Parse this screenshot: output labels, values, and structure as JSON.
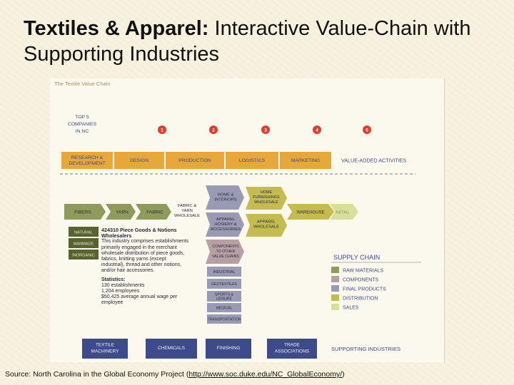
{
  "title": {
    "bold": "Textiles & Apparel:",
    "rest": " Interactive Value-Chain with Supporting Industries"
  },
  "figure": {
    "caption": "The Textile Value Chain",
    "top_companies": [
      "TOP 5",
      "COMPANIES",
      "IN NC"
    ],
    "company_markers": [
      "1",
      "2",
      "3",
      "4",
      "5"
    ],
    "value_added": {
      "stages": [
        [
          "RESEARCH &",
          "DEVELOPMENT"
        ],
        [
          "DESIGN"
        ],
        [
          "PRODUCTION"
        ],
        [
          "LOGISTICS"
        ],
        [
          "MARKETING"
        ]
      ],
      "label": "VALUE-ADDED ACTIVITIES"
    },
    "chain": {
      "fibers": "FIBERS",
      "yarn": "YARN",
      "fabric": "FABRIC",
      "fabric_yarn_wholesale": [
        "FABRIC &",
        "YARN",
        "WHOLESALE"
      ],
      "home_interiors": [
        "HOME &",
        "INTERIORS"
      ],
      "home_furnishings_wholesale": [
        "HOME",
        "FURNISHINGS",
        "WHOLESALE"
      ],
      "apparel_hosiery": [
        "APPAREL",
        "HOSIERY &",
        "ACCESSORIES"
      ],
      "apparel_wholesale": [
        "APPAREL",
        "WHOLESALE"
      ],
      "warehouse": "WAREHOUSE",
      "retail": "RETAIL",
      "fiber_types": [
        "NATURAL",
        "MANMADE",
        "INORGANIC"
      ],
      "components": [
        "COMPONENTS",
        "TO OTHER",
        "VALUE CHAINS"
      ],
      "product_list": [
        "INDUSTRIAL",
        "GEOTEXTILES",
        [
          "SPORTS &",
          "LEISURE"
        ],
        "MEDICAL",
        "TRANSPORTATION"
      ]
    },
    "info_box": {
      "title_1": "424310 Piece Goods & Notions",
      "title_2": "Wholesalers",
      "body": "This industry comprises establishments primarily engaged in the merchant wholesale distribution of piece goods, fabrics, knitting yarns (except industrial), thread and other notions, and/or hair accessories.",
      "stats_title": "Statistics:",
      "stats": [
        "130 establishments",
        "1,204 employees",
        "$50,425 average annual wage per employee"
      ]
    },
    "supply_chain": {
      "title": "SUPPLY CHAIN",
      "legend": [
        {
          "label": "RAW MATERIALS",
          "color": "#8e9b5a"
        },
        {
          "label": "COMPONENTS",
          "color": "#b6a0a5"
        },
        {
          "label": "FINAL PRODUCTS",
          "color": "#9a9ab4"
        },
        {
          "label": "DISTRIBUTION",
          "color": "#c4bc4f"
        },
        {
          "label": "SALES",
          "color": "#d8df9a"
        }
      ]
    },
    "supporting": {
      "items": [
        [
          "TEXTILE",
          "MACHINERY"
        ],
        [
          "CHEMICALS"
        ],
        [
          "FINISHING"
        ],
        [
          "TRADE",
          "ASSOCIATIONS"
        ]
      ],
      "label": "SUPPORTING INDUSTRIES"
    },
    "colors": {
      "orange": "#e6a83b",
      "red_marker": "#e23c2c",
      "raw": "#8e9b5a",
      "component": "#b6a0a5",
      "final": "#9a9ab4",
      "distribution": "#c4bc4f",
      "sales": "#d8df9a",
      "navy": "#3d4a8c",
      "fiber_box": "#58632f"
    }
  },
  "source": {
    "text_before": "Source: North Carolina in the Global Economy Project (",
    "link": "http://www.soc.duke.edu/NC_GlobalEconomy/",
    "text_after": ")"
  }
}
